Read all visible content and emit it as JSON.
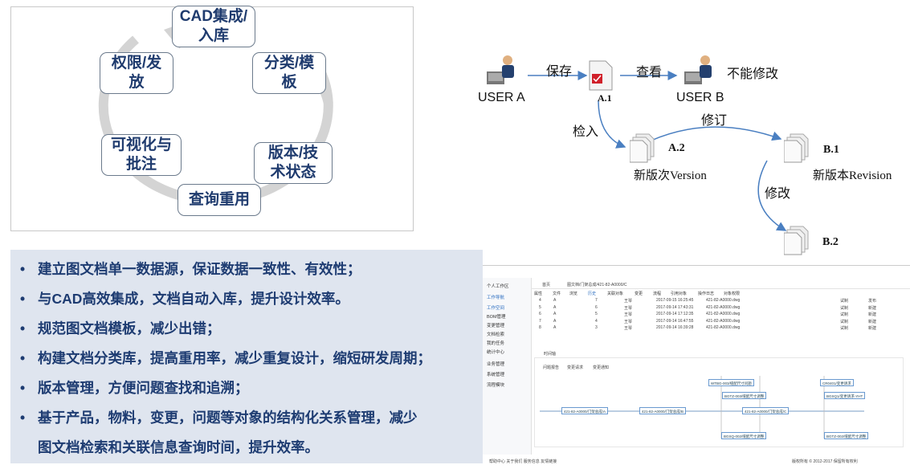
{
  "cycle": {
    "nodes": [
      {
        "line1": "CAD集成/",
        "line2": "入库"
      },
      {
        "line1": "分类/模",
        "line2": "板"
      },
      {
        "line1": "版本/技",
        "line2": "术状态"
      },
      {
        "line1": "查询重用",
        "line2": ""
      },
      {
        "line1": "可视化与",
        "line2": "批注"
      },
      {
        "line1": "权限/发",
        "line2": "放"
      }
    ]
  },
  "version_diagram": {
    "user_a": "USER A",
    "user_b": "USER B",
    "save": "保存",
    "view": "查看",
    "cannot_modify": "不能修改",
    "a1": "A.1",
    "checkin": "检入",
    "revise": "修订",
    "a2": "A.2",
    "new_version": "新版次Version",
    "b1": "B.1",
    "new_revision": "新版本Revision",
    "modify": "修改",
    "b2": "B.2"
  },
  "bullets": [
    "建立图文档单一数据源，保证数据一致性、有效性；",
    "与CAD高效集成，文档自动入库，提升设计效率。",
    "规范图文档模板，减少出错；",
    "构建文档分类库，提高重用率，减少重复设计，缩短研发周期；",
    "版本管理，方便问题查找和追溯；",
    "基于产品，物料，变更，问题等对象的结构化关系管理，减少",
    "图文档检索和关联信息查询时间，提升效率。"
  ],
  "bullet_symbol": "•",
  "colors": {
    "accent": "#1e3c72",
    "bullet_bg": "#dfe5ef",
    "arrow": "#4a7fc1"
  },
  "app": {
    "sidebar": [
      "个人工作区",
      "工作导航",
      "工作空间",
      "BOM管理",
      "变更管理",
      "文档检索",
      "我的任务",
      "统计中心",
      "业务管理",
      "系统管理",
      "流程模块"
    ],
    "topbar": [
      "首页",
      "图文档/门架总成/421-82-A0000/C"
    ],
    "tabs": [
      "属性",
      "文件",
      "浏览",
      "历史",
      "关联对象",
      "变更",
      "流程",
      "引用对象",
      "操作日志",
      "对象权限"
    ],
    "rows": [
      {
        "no": "4",
        "ver": "A",
        "iter": "7",
        "user": "王琴",
        "time": "2017-09-15 16:25:45",
        "file": "421-82-A0000.dwg",
        "type": "试制",
        "state": "发布"
      },
      {
        "no": "5",
        "ver": "A",
        "iter": "6",
        "user": "王琴",
        "time": "2017-09-14 17:43:31",
        "file": "421-82-A0000.dwg",
        "type": "试制",
        "state": "新建"
      },
      {
        "no": "6",
        "ver": "A",
        "iter": "5",
        "user": "王琴",
        "time": "2017-09-14 17:12:35",
        "file": "421-82-A0000.dwg",
        "type": "试制",
        "state": "新建"
      },
      {
        "no": "7",
        "ver": "A",
        "iter": "4",
        "user": "王琴",
        "time": "2017-09-14 16:47:55",
        "file": "421-82-A0000.dwg",
        "type": "试制",
        "state": "新建"
      },
      {
        "no": "8",
        "ver": "A",
        "iter": "3",
        "user": "王琴",
        "time": "2017-09-14 16:39:28",
        "file": "421-82-A0000.dwg",
        "type": "试制",
        "state": "新建"
      }
    ],
    "timeline_label": "时间轴",
    "legend": [
      "问题报告",
      "变更请求",
      "变更通知"
    ],
    "timeline_nodes": [
      "421-82-A0000/门架总成/A",
      "421-82-A0000/门架总成/B",
      "421-82-A0000/门架总成/C"
    ],
    "upper_tags": [
      "WTBG-003/缝配尺寸问题",
      "CR0401/变更请求",
      "BGTZ-003/缝配尺寸调整",
      "BGSQ1/变更请求-YHT"
    ],
    "lower_tags": [
      "BGSQ-002/缝配尺寸调整",
      "BGTZ-002/缝配尺寸调整"
    ],
    "footer_left": "帮助中心 关于我们 服务信息 友情链接",
    "footer_right": "版权所有 © 2012-2017 保留所有权利"
  }
}
